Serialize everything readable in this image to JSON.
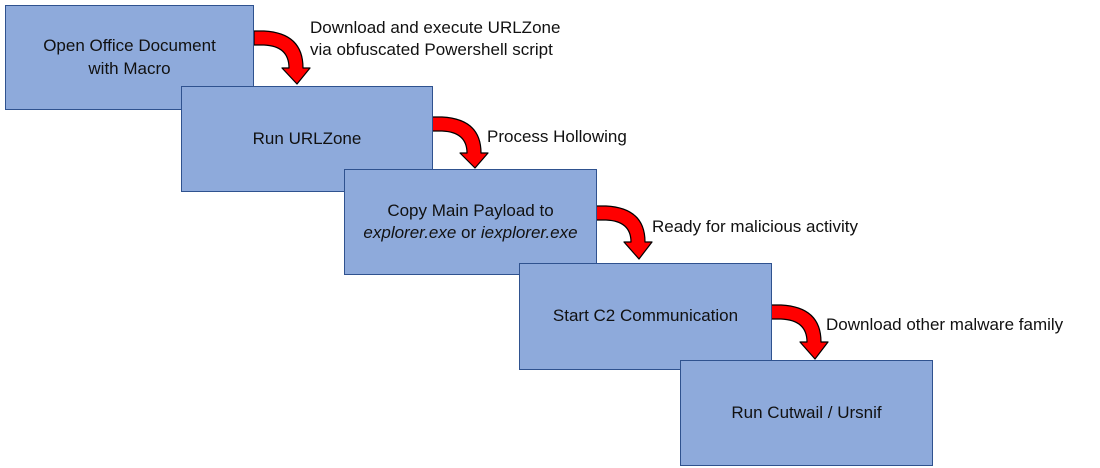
{
  "steps": [
    {
      "lines": [
        "Open Office Document",
        "with Macro"
      ]
    },
    {
      "lines": [
        "Run URLZone"
      ]
    },
    {
      "line1": "Copy Main Payload to",
      "line2_a": "explorer.exe",
      "line2_b": " or ",
      "line2_c": "iexplorer.exe"
    },
    {
      "lines": [
        "Start C2 Communication"
      ]
    },
    {
      "lines": [
        "Run Cutwail / Ursnif"
      ]
    }
  ],
  "transitions": [
    {
      "lines": [
        "Download and execute URLZone",
        "via obfuscated Powershell script"
      ]
    },
    {
      "lines": [
        "Process Hollowing"
      ]
    },
    {
      "lines": [
        "Ready for malicious activity"
      ]
    },
    {
      "lines": [
        "Download other malware family"
      ]
    }
  ],
  "colors": {
    "box_fill": "#8eaadb",
    "box_border": "#2f528f",
    "arrow": "#ff0000"
  }
}
